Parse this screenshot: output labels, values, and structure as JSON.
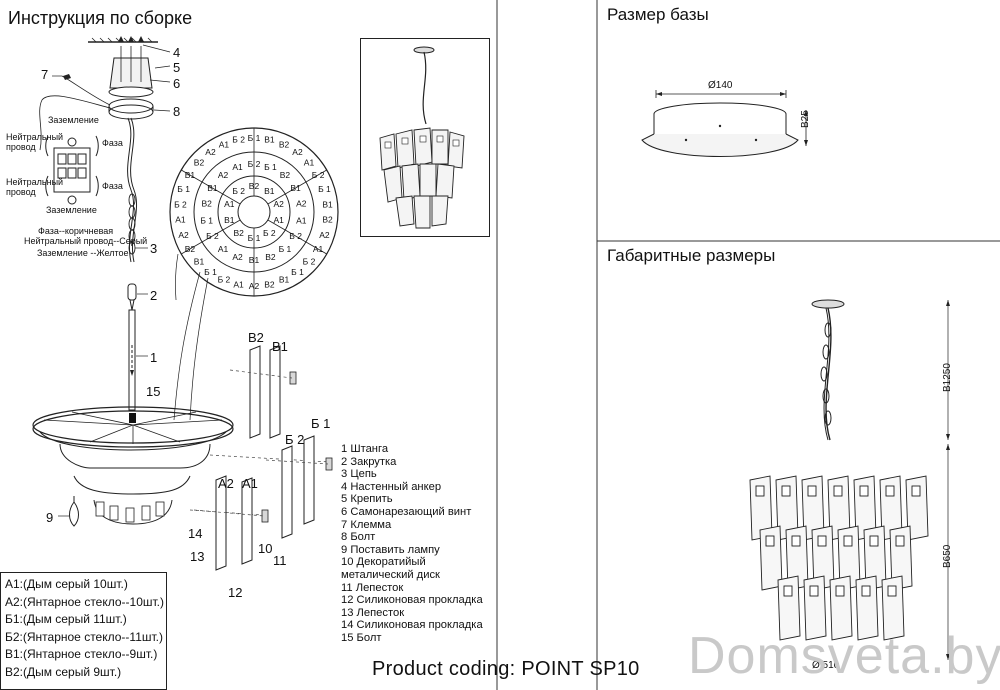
{
  "header": {
    "assembly_title": "Инструкция по сборке",
    "base_size_title": "Размер базы",
    "overall_size_title": "Габаритные размеры"
  },
  "wiring": {
    "grounding_top": "Заземление",
    "neutral": "Нейтральный провод",
    "phase_1": "Фаза",
    "neutral_2": "Нейтральный провод",
    "phase_2": "Фаза",
    "grounding_bottom": "Заземление",
    "legend_phase": "Фаза--коричневая",
    "legend_neutral": "Нейтральный провод--Серый",
    "legend_ground": "Заземление --Желтое"
  },
  "callouts": {
    "n1": "1",
    "n2": "2",
    "n3": "3",
    "n4": "4",
    "n5": "5",
    "n6": "6",
    "n7": "7",
    "n8": "8",
    "n9": "9",
    "n10": "10",
    "n11": "11",
    "n12": "12",
    "n13": "13",
    "n14": "14",
    "n15": "15"
  },
  "panel_labels": {
    "b2": "В2",
    "b1": "В1",
    "bb2": "Б 2",
    "bb1": "Б 1",
    "a2": "А2",
    "a1": "А1"
  },
  "parts": [
    "1  Штанга",
    "2  Закрутка",
    "3  Цепь",
    "4  Настенный анкер",
    "5  Крепить",
    "6  Самонарезающий винт",
    "7  Клемма",
    "8  Болт",
    "9 Поставить лампу",
    "10  Декоратийый",
    "     металический диск",
    "11 Лепесток",
    "12 Силиконовая прокладка",
    "13 Лепесток",
    "14 Силиконовая прокладка",
    "15 Болт"
  ],
  "glass_list": [
    "А1:(Дым серый 10шт.)",
    "А2:(Янтарное стекло--10шт.)",
    "Б1:(Дым серый 11шт.)",
    "Б2:(Янтарное стекло--11шт.)",
    "В1:(Янтарное стекло--9шт.)",
    "В2:(Дым серый 9шт.)"
  ],
  "base_dims": {
    "diameter": "Ø140",
    "height": "B25"
  },
  "overall_dims": {
    "chain_height": "B1250",
    "body_height": "B650",
    "diameter": "Ø 510"
  },
  "footer": {
    "product_coding": "Product coding: POINT SP10",
    "watermark": "Domsveta.by"
  },
  "ring_labels": {
    "outer": [
      "Б 1",
      "В1",
      "В2",
      "А2",
      "А1",
      "Б 2",
      "Б 1",
      "В1",
      "В2",
      "А2",
      "А1",
      "Б 2",
      "Б 1",
      "В1",
      "В2",
      "А2",
      "А1",
      "Б 2",
      "Б 1",
      "В1",
      "В2",
      "А2",
      "А1",
      "Б 2",
      "Б 1",
      "В1",
      "В2",
      "А2",
      "А1",
      "Б 2"
    ],
    "middle": [
      "Б 2",
      "Б 1",
      "В2",
      "В1",
      "А2",
      "А1",
      "Б 2",
      "Б 1",
      "В2",
      "В1",
      "А2",
      "А1",
      "Б 2",
      "Б 1",
      "В2",
      "В1",
      "А2",
      "А1"
    ],
    "inner": [
      "В2",
      "В1",
      "А2",
      "А1",
      "Б 2",
      "Б 1",
      "В2",
      "В1",
      "А1",
      "Б 2"
    ]
  }
}
